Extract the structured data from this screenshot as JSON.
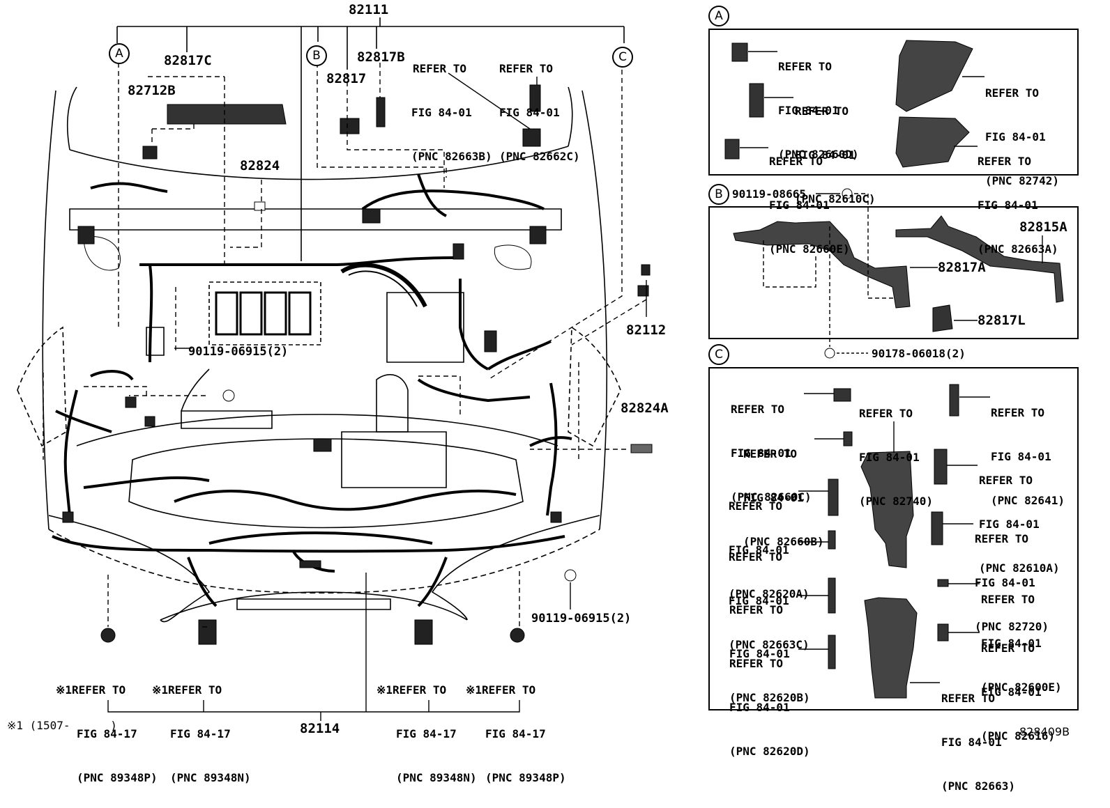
{
  "main": {
    "top_part": "82111",
    "parts": {
      "p82817C": "82817C",
      "p82712B": "82712B",
      "p82817B": "82817B",
      "p82817": "82817",
      "p82824": "82824",
      "p82112": "82112",
      "p82824A": "82824A",
      "bolt_center": "90119-06915(2)",
      "bolt_right": "90119-06915(2)",
      "bottom_part": "82114"
    },
    "callouts": {
      "a": "A",
      "b": "B",
      "c": "C"
    },
    "refers": {
      "r1": {
        "l1": "REFER TO",
        "l2": "FIG 84-01",
        "l3": "(PNC 82663B)"
      },
      "r2": {
        "l1": "REFER TO",
        "l2": "FIG 84-01",
        "l3": "(PNC 82662C)"
      }
    },
    "bottom_refers": [
      {
        "l1": "※1REFER TO",
        "l2": "FIG 84-17",
        "l3": "(PNC 89348P)"
      },
      {
        "l1": "※1REFER TO",
        "l2": "FIG 84-17",
        "l3": "(PNC 89348N)"
      },
      {
        "l1": "※1REFER TO",
        "l2": "FIG 84-17",
        "l3": "(PNC 89348N)"
      },
      {
        "l1": "※1REFER TO",
        "l2": "FIG 84-17",
        "l3": "(PNC 89348P)"
      }
    ],
    "footnote": "※1 (1507-      )"
  },
  "detail_a": {
    "label": "A",
    "refers": [
      {
        "l1": "REFER TO",
        "l2": "FIG 84-01",
        "l3": "(PNC 82660D)"
      },
      {
        "l1": "REFER TO",
        "l2": "FIG 84-01",
        "l3": "(PNC 82610C)"
      },
      {
        "l1": "REFER TO",
        "l2": "FIG 84-01",
        "l3": "(PNC 82660E)"
      },
      {
        "l1": "REFER TO",
        "l2": "FIG 84-01",
        "l3": "(PNC 82742)"
      },
      {
        "l1": "REFER TO",
        "l2": "FIG 84-01",
        "l3": "(PNC 82663A)"
      }
    ]
  },
  "detail_b": {
    "label": "B",
    "bolt_top": "90119-08665",
    "parts": {
      "p82815A": "82815A",
      "p82817A": "82817A",
      "p82817L": "82817L"
    },
    "clip_bottom": "90178-06018(2)"
  },
  "detail_c": {
    "label": "C",
    "refers": [
      {
        "l1": "REFER TO",
        "l2": "FIG 84-01",
        "l3": "(PNC 82660C)"
      },
      {
        "l1": "REFER TO",
        "l2": "FIG 84-01",
        "l3": "(PNC 82740)"
      },
      {
        "l1": "REFER TO",
        "l2": "FIG 84-01",
        "l3": "(PNC 82641)"
      },
      {
        "l1": "REFER TO",
        "l2": "FIG 84-01",
        "l3": "(PNC 82660B)"
      },
      {
        "l1": "REFER TO",
        "l2": "FIG 84-01",
        "l3": "(PNC 82610A)"
      },
      {
        "l1": "REFER TO",
        "l2": "FIG 84-01",
        "l3": "(PNC 82620A)"
      },
      {
        "l1": "REFER TO",
        "l2": "FIG 84-01",
        "l3": "(PNC 82720)"
      },
      {
        "l1": "REFER TO",
        "l2": "FIG 84-01",
        "l3": "(PNC 82663C)"
      },
      {
        "l1": "REFER TO",
        "l2": "FIG 84-01",
        "l3": "(PNC 82600E)"
      },
      {
        "l1": "REFER TO",
        "l2": "FIG 84-01",
        "l3": "(PNC 82620B)"
      },
      {
        "l1": "REFER TO",
        "l2": "FIG 84-01",
        "l3": "(PNC 82616)"
      },
      {
        "l1": "REFER TO",
        "l2": "FIG 84-01",
        "l3": "(PNC 82620D)"
      },
      {
        "l1": "REFER TO",
        "l2": "FIG 84-01",
        "l3": "(PNC 82663)"
      }
    ]
  },
  "figure_id": "828409B"
}
